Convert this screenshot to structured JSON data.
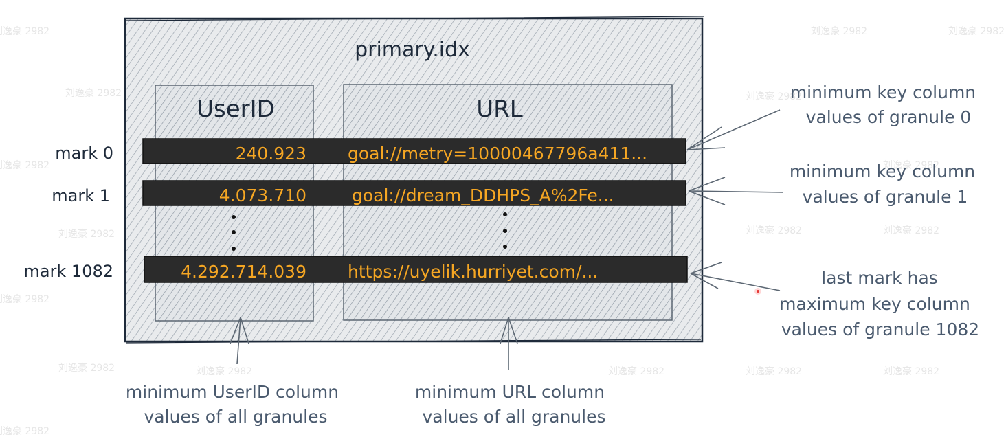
{
  "file": {
    "title": "primary.idx",
    "columns": [
      "UserID",
      "URL"
    ]
  },
  "rows": [
    {
      "mark": "mark 0",
      "userid": "240.923",
      "url": "goal://metry=10000467796a411..."
    },
    {
      "mark": "mark 1",
      "userid": "4.073.710",
      "url": "goal://dream_DDHPS_A%2Fe..."
    },
    {
      "mark": "mark 1082",
      "userid": "4.292.714.039",
      "url": "https://uyelik.hurriyet.com/..."
    }
  ],
  "annotations": {
    "row0_line1": "minimum key column",
    "row0_line2": "values of granule 0",
    "row1_line1": "minimum key column",
    "row1_line2": "values of granule 1",
    "last_line1": "last mark has",
    "last_line2": "maximum key column",
    "last_line3": "values of granule 1082",
    "userid_line1": "minimum UserID column",
    "userid_line2": "values of all granules",
    "url_line1": "minimum URL column",
    "url_line2": "values of all granules"
  },
  "watermark": "刘逸豪 2982",
  "colors": {
    "ink": "#1e2a3a",
    "row_fill": "#2b2b2b",
    "value_text": "#f5a623",
    "note_text": "#4a5a6e",
    "hatch": "#9aa3ad"
  }
}
